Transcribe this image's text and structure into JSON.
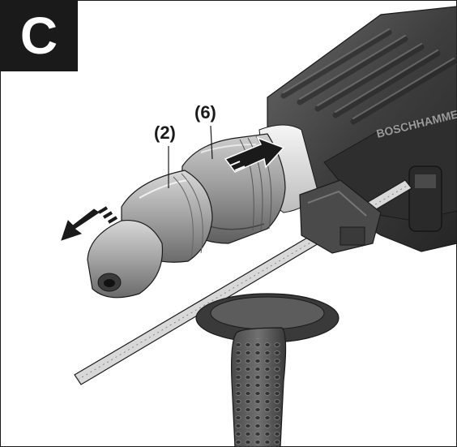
{
  "figure": {
    "letter": "C",
    "brand": "BOSCHHAMMER",
    "callouts": [
      {
        "id": "chuck-front",
        "label": "(2)"
      },
      {
        "id": "locking-sleeve",
        "label": "(6)"
      }
    ]
  },
  "colors": {
    "ink": "#1a1a1a",
    "body_dark": "#3a3a3a",
    "body_mid": "#5a5a5a",
    "chuck_light": "#bdbdbd",
    "collar_white": "#ececec"
  }
}
